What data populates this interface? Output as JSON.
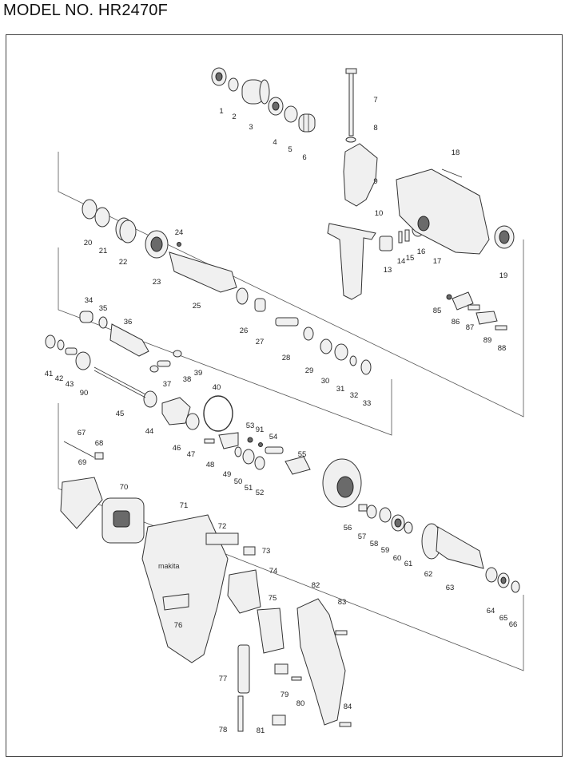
{
  "header": {
    "model_title": "MODEL NO. HR2470F"
  },
  "parts": [
    {
      "id": "p1",
      "num": "1"
    },
    {
      "id": "p2",
      "num": "2"
    },
    {
      "id": "p3",
      "num": "3"
    },
    {
      "id": "p4",
      "num": "4"
    },
    {
      "id": "p5",
      "num": "5"
    },
    {
      "id": "p6",
      "num": "6"
    },
    {
      "id": "p7",
      "num": "7"
    },
    {
      "id": "p8",
      "num": "8"
    },
    {
      "id": "p9",
      "num": "9"
    },
    {
      "id": "p10",
      "num": "10"
    },
    {
      "id": "p13",
      "num": "13"
    },
    {
      "id": "p14",
      "num": "14"
    },
    {
      "id": "p15",
      "num": "15"
    },
    {
      "id": "p16",
      "num": "16"
    },
    {
      "id": "p17",
      "num": "17"
    },
    {
      "id": "p18",
      "num": "18"
    },
    {
      "id": "p19",
      "num": "19"
    },
    {
      "id": "p20",
      "num": "20"
    },
    {
      "id": "p21",
      "num": "21"
    },
    {
      "id": "p22",
      "num": "22"
    },
    {
      "id": "p23",
      "num": "23"
    },
    {
      "id": "p24",
      "num": "24"
    },
    {
      "id": "p25",
      "num": "25"
    },
    {
      "id": "p26",
      "num": "26"
    },
    {
      "id": "p27",
      "num": "27"
    },
    {
      "id": "p28",
      "num": "28"
    },
    {
      "id": "p29",
      "num": "29"
    },
    {
      "id": "p30",
      "num": "30"
    },
    {
      "id": "p31",
      "num": "31"
    },
    {
      "id": "p32",
      "num": "32"
    },
    {
      "id": "p33",
      "num": "33"
    },
    {
      "id": "p34",
      "num": "34"
    },
    {
      "id": "p35",
      "num": "35"
    },
    {
      "id": "p36",
      "num": "36"
    },
    {
      "id": "p37",
      "num": "37"
    },
    {
      "id": "p38",
      "num": "38"
    },
    {
      "id": "p39",
      "num": "39"
    },
    {
      "id": "p40",
      "num": "40"
    },
    {
      "id": "p41",
      "num": "41"
    },
    {
      "id": "p42",
      "num": "42"
    },
    {
      "id": "p43",
      "num": "43"
    },
    {
      "id": "p44",
      "num": "44"
    },
    {
      "id": "p45",
      "num": "45"
    },
    {
      "id": "p46",
      "num": "46"
    },
    {
      "id": "p47",
      "num": "47"
    },
    {
      "id": "p48",
      "num": "48"
    },
    {
      "id": "p49",
      "num": "49"
    },
    {
      "id": "p50",
      "num": "50"
    },
    {
      "id": "p51",
      "num": "51"
    },
    {
      "id": "p52",
      "num": "52"
    },
    {
      "id": "p53",
      "num": "53"
    },
    {
      "id": "p54",
      "num": "54"
    },
    {
      "id": "p55",
      "num": "55"
    },
    {
      "id": "p56",
      "num": "56"
    },
    {
      "id": "p57",
      "num": "57"
    },
    {
      "id": "p58",
      "num": "58"
    },
    {
      "id": "p59",
      "num": "59"
    },
    {
      "id": "p60",
      "num": "60"
    },
    {
      "id": "p61",
      "num": "61"
    },
    {
      "id": "p62",
      "num": "62"
    },
    {
      "id": "p63",
      "num": "63"
    },
    {
      "id": "p64",
      "num": "64"
    },
    {
      "id": "p65",
      "num": "65"
    },
    {
      "id": "p66",
      "num": "66"
    },
    {
      "id": "p67",
      "num": "67"
    },
    {
      "id": "p68",
      "num": "68"
    },
    {
      "id": "p69",
      "num": "69"
    },
    {
      "id": "p70",
      "num": "70"
    },
    {
      "id": "p71",
      "num": "71"
    },
    {
      "id": "p72",
      "num": "72"
    },
    {
      "id": "p73",
      "num": "73"
    },
    {
      "id": "p74",
      "num": "74"
    },
    {
      "id": "p75",
      "num": "75"
    },
    {
      "id": "p76",
      "num": "76"
    },
    {
      "id": "p77",
      "num": "77"
    },
    {
      "id": "p78",
      "num": "78"
    },
    {
      "id": "p79",
      "num": "79"
    },
    {
      "id": "p80",
      "num": "80"
    },
    {
      "id": "p81",
      "num": "81"
    },
    {
      "id": "p82",
      "num": "82"
    },
    {
      "id": "p83",
      "num": "83"
    },
    {
      "id": "p84",
      "num": "84"
    },
    {
      "id": "p85",
      "num": "85"
    },
    {
      "id": "p86",
      "num": "86"
    },
    {
      "id": "p87",
      "num": "87"
    },
    {
      "id": "p88",
      "num": "88"
    },
    {
      "id": "p89",
      "num": "89"
    },
    {
      "id": "p90",
      "num": "90"
    },
    {
      "id": "p91",
      "num": "91"
    }
  ],
  "housing_logo": "makita"
}
